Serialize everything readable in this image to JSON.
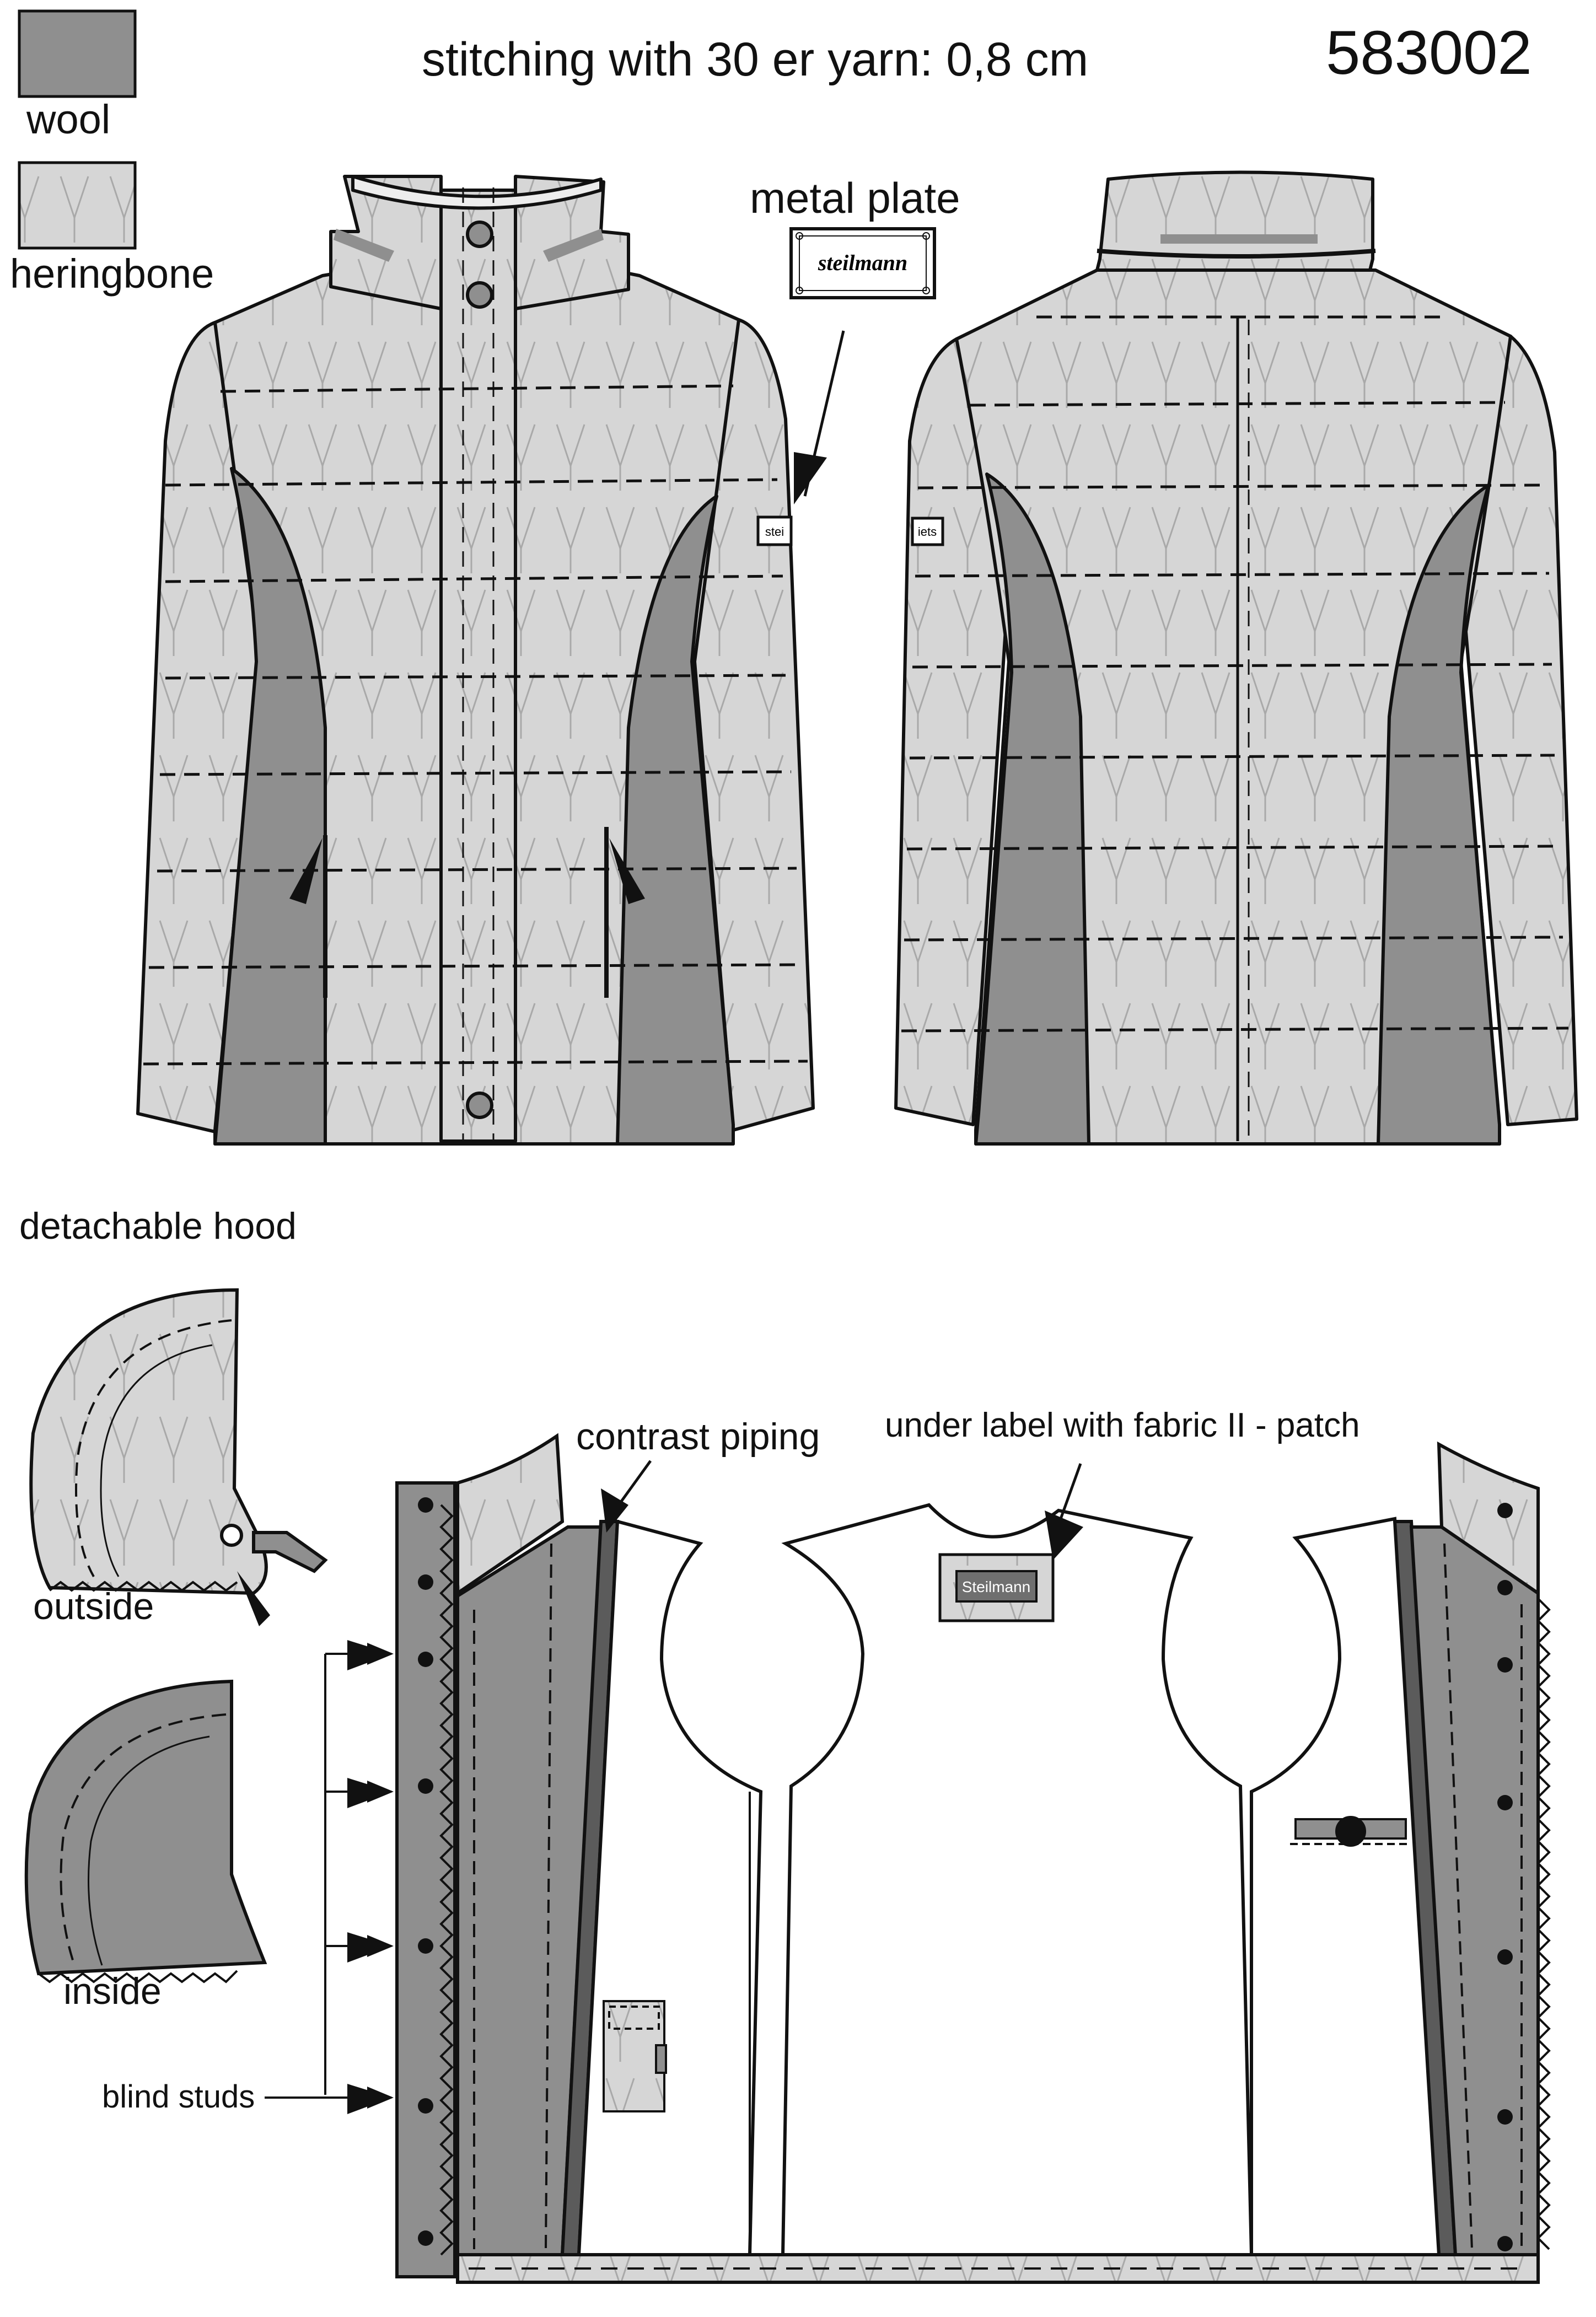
{
  "header": {
    "title": "stitching with 30 er yarn: 0,8 cm",
    "article_number": "583002"
  },
  "legend": [
    {
      "label": "wool",
      "color": "#8f8f8f"
    },
    {
      "label": "heringbone",
      "color": "#d6d6d6"
    }
  ],
  "labels": {
    "metal_plate": "metal plate",
    "plate_brand": "steilmann",
    "sleeve_tag_front": "stei",
    "sleeve_tag_back": "iets",
    "detachable_hood": "detachable hood",
    "outside": "outside",
    "inside": "inside",
    "blind_studs": "blind studs",
    "contrast_piping": "contrast piping",
    "under_label": "under label with fabric II - patch",
    "patch_brand": "Steilmann"
  },
  "colors": {
    "herringbone": "#d6d6d6",
    "wool": "#8f8f8f",
    "piping": "#5b5b5b",
    "outline": "#111111"
  }
}
